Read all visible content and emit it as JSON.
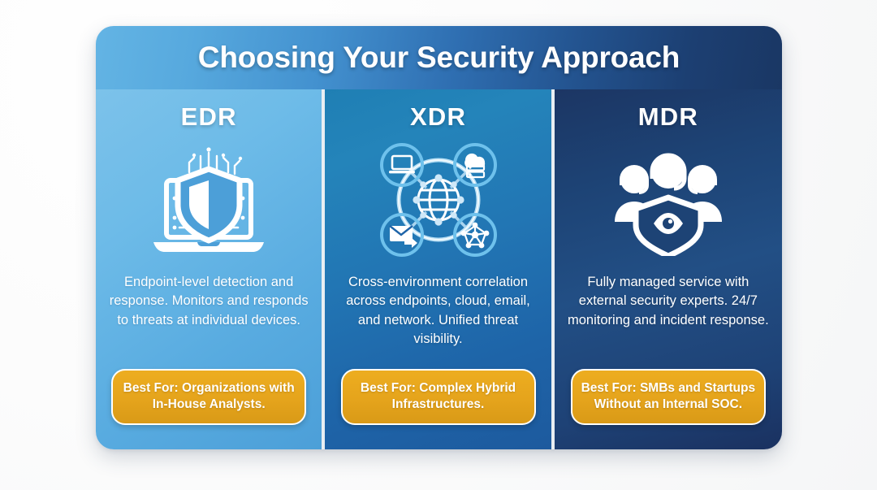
{
  "header": {
    "title": "Choosing Your Security Approach"
  },
  "colors": {
    "background": "#fbfbfb",
    "header_gradient_start": "#63b4e4",
    "header_gradient_end": "#1a3764",
    "edr_column": "#6dbbe8",
    "xdr_column": "#2276b4",
    "mdr_column": "#1d4375",
    "badge_gold": "#e5a41c",
    "badge_border": "#ffffff",
    "text": "#ffffff",
    "divider": "#e9eef2"
  },
  "columns": [
    {
      "key": "edr",
      "title": "EDR",
      "icon_name": "laptop-shield-icon",
      "description": "Endpoint-level detection and response. Monitors and responds to threats at individual devices.",
      "best_for_label": "Best For:",
      "best_for_value": "Organizations with In-House Analysts."
    },
    {
      "key": "xdr",
      "title": "XDR",
      "icon_name": "network-correlation-icon",
      "description": "Cross-environment correlation across endpoints, cloud, email, and network. Unified threat visibility.",
      "best_for_label": "Best For:",
      "best_for_value": "Complex Hybrid Infrastructures."
    },
    {
      "key": "mdr",
      "title": "MDR",
      "icon_name": "soc-team-shield-eye-icon",
      "description": "Fully managed service with external security experts. 24/7 monitoring and incident response.",
      "best_for_label": "Best For:",
      "best_for_value": "SMBs and Startups Without an Internal SOC."
    }
  ]
}
